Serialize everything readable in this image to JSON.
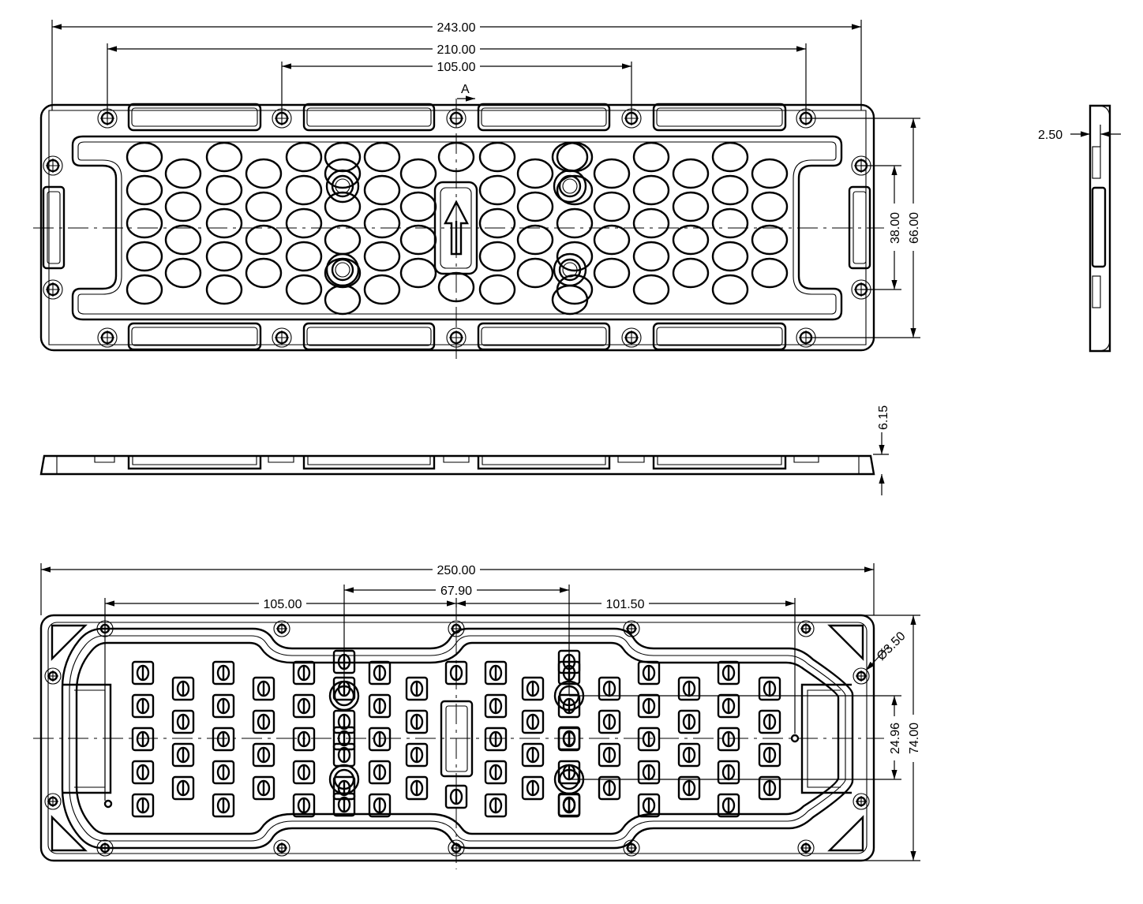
{
  "colors": {
    "line": "#000000",
    "background": "#ffffff"
  },
  "top_view": {
    "dim_overall": "243.00",
    "dim_outer_holes": "210.00",
    "dim_inner_holes": "105.00",
    "section_label": "A",
    "dim_height_holes": "38.00",
    "dim_height": "66.00"
  },
  "side_view": {
    "dim_thickness": "2.50"
  },
  "front_view": {
    "dim_height": "6.15"
  },
  "bottom_view": {
    "dim_overall": "250.00",
    "dim_left": "105.00",
    "dim_center": "67.90",
    "dim_right": "101.50",
    "dim_hole_diameter": "Ø3.50",
    "dim_lens_pitch": "24.96",
    "dim_height": "74.00"
  }
}
